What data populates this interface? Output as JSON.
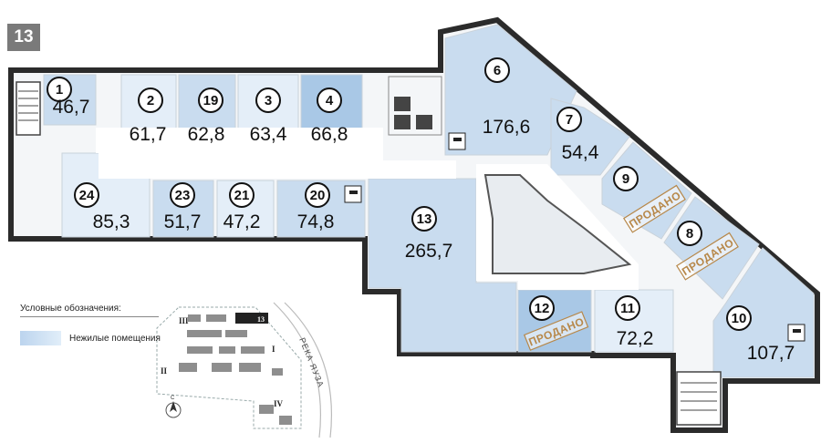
{
  "floor_number": "13",
  "legend": {
    "title": "Условные обозначения:",
    "non_residential_label": "Нежилые помещения"
  },
  "sold_label": "ПРОДАНО",
  "minimap": {
    "river_label": "РЕКА ЯУЗА",
    "current_building_label": "13",
    "building_labels": [
      "I",
      "II",
      "III",
      "IV"
    ],
    "compass_label": "С"
  },
  "colors": {
    "wall": "#2b2b2b",
    "room_light": "#e4eef8",
    "room_dark": "#c9dcef",
    "sold_stamp": "#b7884a",
    "floor_badge": "#7a7a7a"
  },
  "units": [
    {
      "number": "1",
      "area": "46,7",
      "sold": false
    },
    {
      "number": "2",
      "area": "61,7",
      "sold": false
    },
    {
      "number": "19",
      "area": "62,8",
      "sold": false
    },
    {
      "number": "3",
      "area": "63,4",
      "sold": false
    },
    {
      "number": "4",
      "area": "66,8",
      "sold": false
    },
    {
      "number": "6",
      "area": "176,6",
      "sold": false
    },
    {
      "number": "7",
      "area": "54,4",
      "sold": false
    },
    {
      "number": "9",
      "area": "",
      "sold": true
    },
    {
      "number": "8",
      "area": "",
      "sold": true
    },
    {
      "number": "10",
      "area": "107,7",
      "sold": false
    },
    {
      "number": "11",
      "area": "72,2",
      "sold": false
    },
    {
      "number": "12",
      "area": "",
      "sold": true
    },
    {
      "number": "13",
      "area": "265,7",
      "sold": false
    },
    {
      "number": "20",
      "area": "74,8",
      "sold": false
    },
    {
      "number": "21",
      "area": "47,2",
      "sold": false
    },
    {
      "number": "23",
      "area": "51,7",
      "sold": false
    },
    {
      "number": "24",
      "area": "85,3",
      "sold": false
    }
  ]
}
